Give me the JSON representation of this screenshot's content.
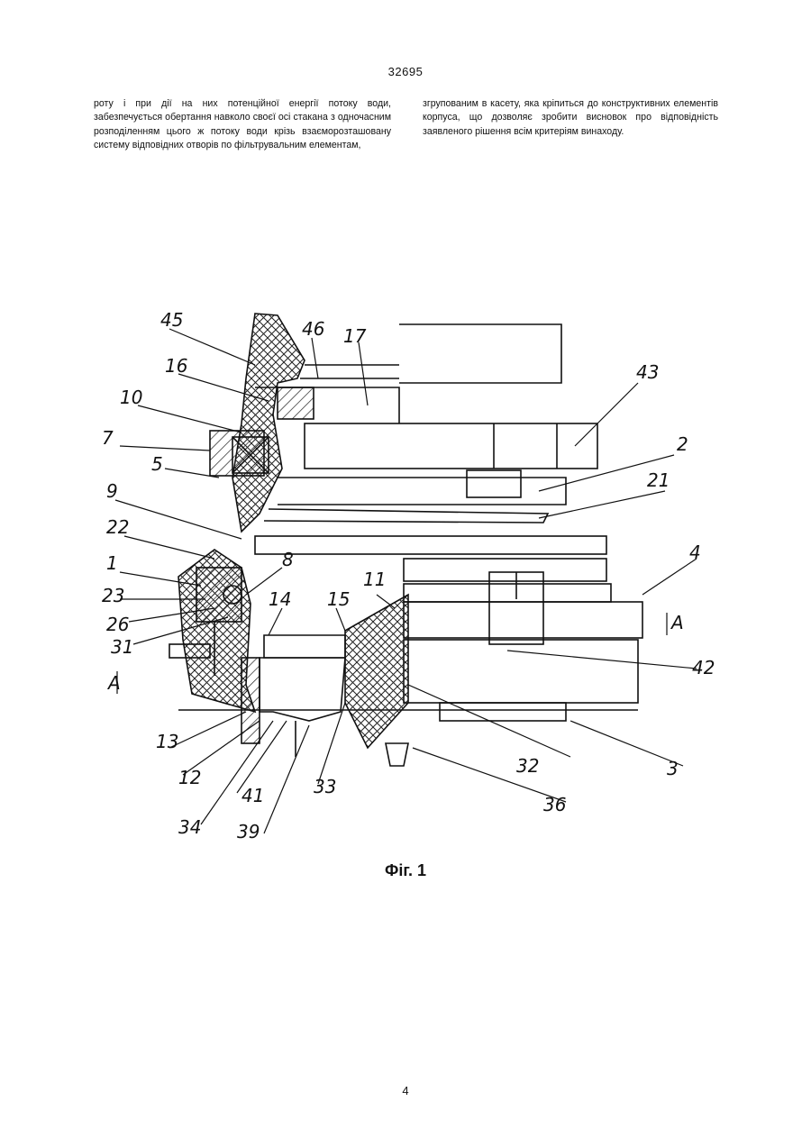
{
  "header": {
    "patent_number": "32695"
  },
  "text": {
    "left_column": "роту і при дії на них потенційної енергії потоку води, забезпечується обертання навколо своєї осі стакана з одночасним розподіленням цього ж потоку води крізь взаєморозташовану систему відповідних отворів по фільтрувальним елементам,",
    "right_column": "згрупованим в касету, яка кріпиться до конструктивних елементів корпуса, що дозволяє зробити висновок про відповідність заявленого рішення всім критеріям винаходу."
  },
  "figure": {
    "caption": "Фіг. 1",
    "labels": [
      "45",
      "46",
      "17",
      "16",
      "43",
      "10",
      "2",
      "7",
      "5",
      "21",
      "9",
      "22",
      "4",
      "1",
      "8",
      "14",
      "15",
      "11",
      "23",
      "26",
      "31",
      "A",
      "42",
      "13",
      "12",
      "34",
      "41",
      "39",
      "33",
      "32",
      "36",
      "3"
    ]
  },
  "footer": {
    "page_number": "4"
  }
}
